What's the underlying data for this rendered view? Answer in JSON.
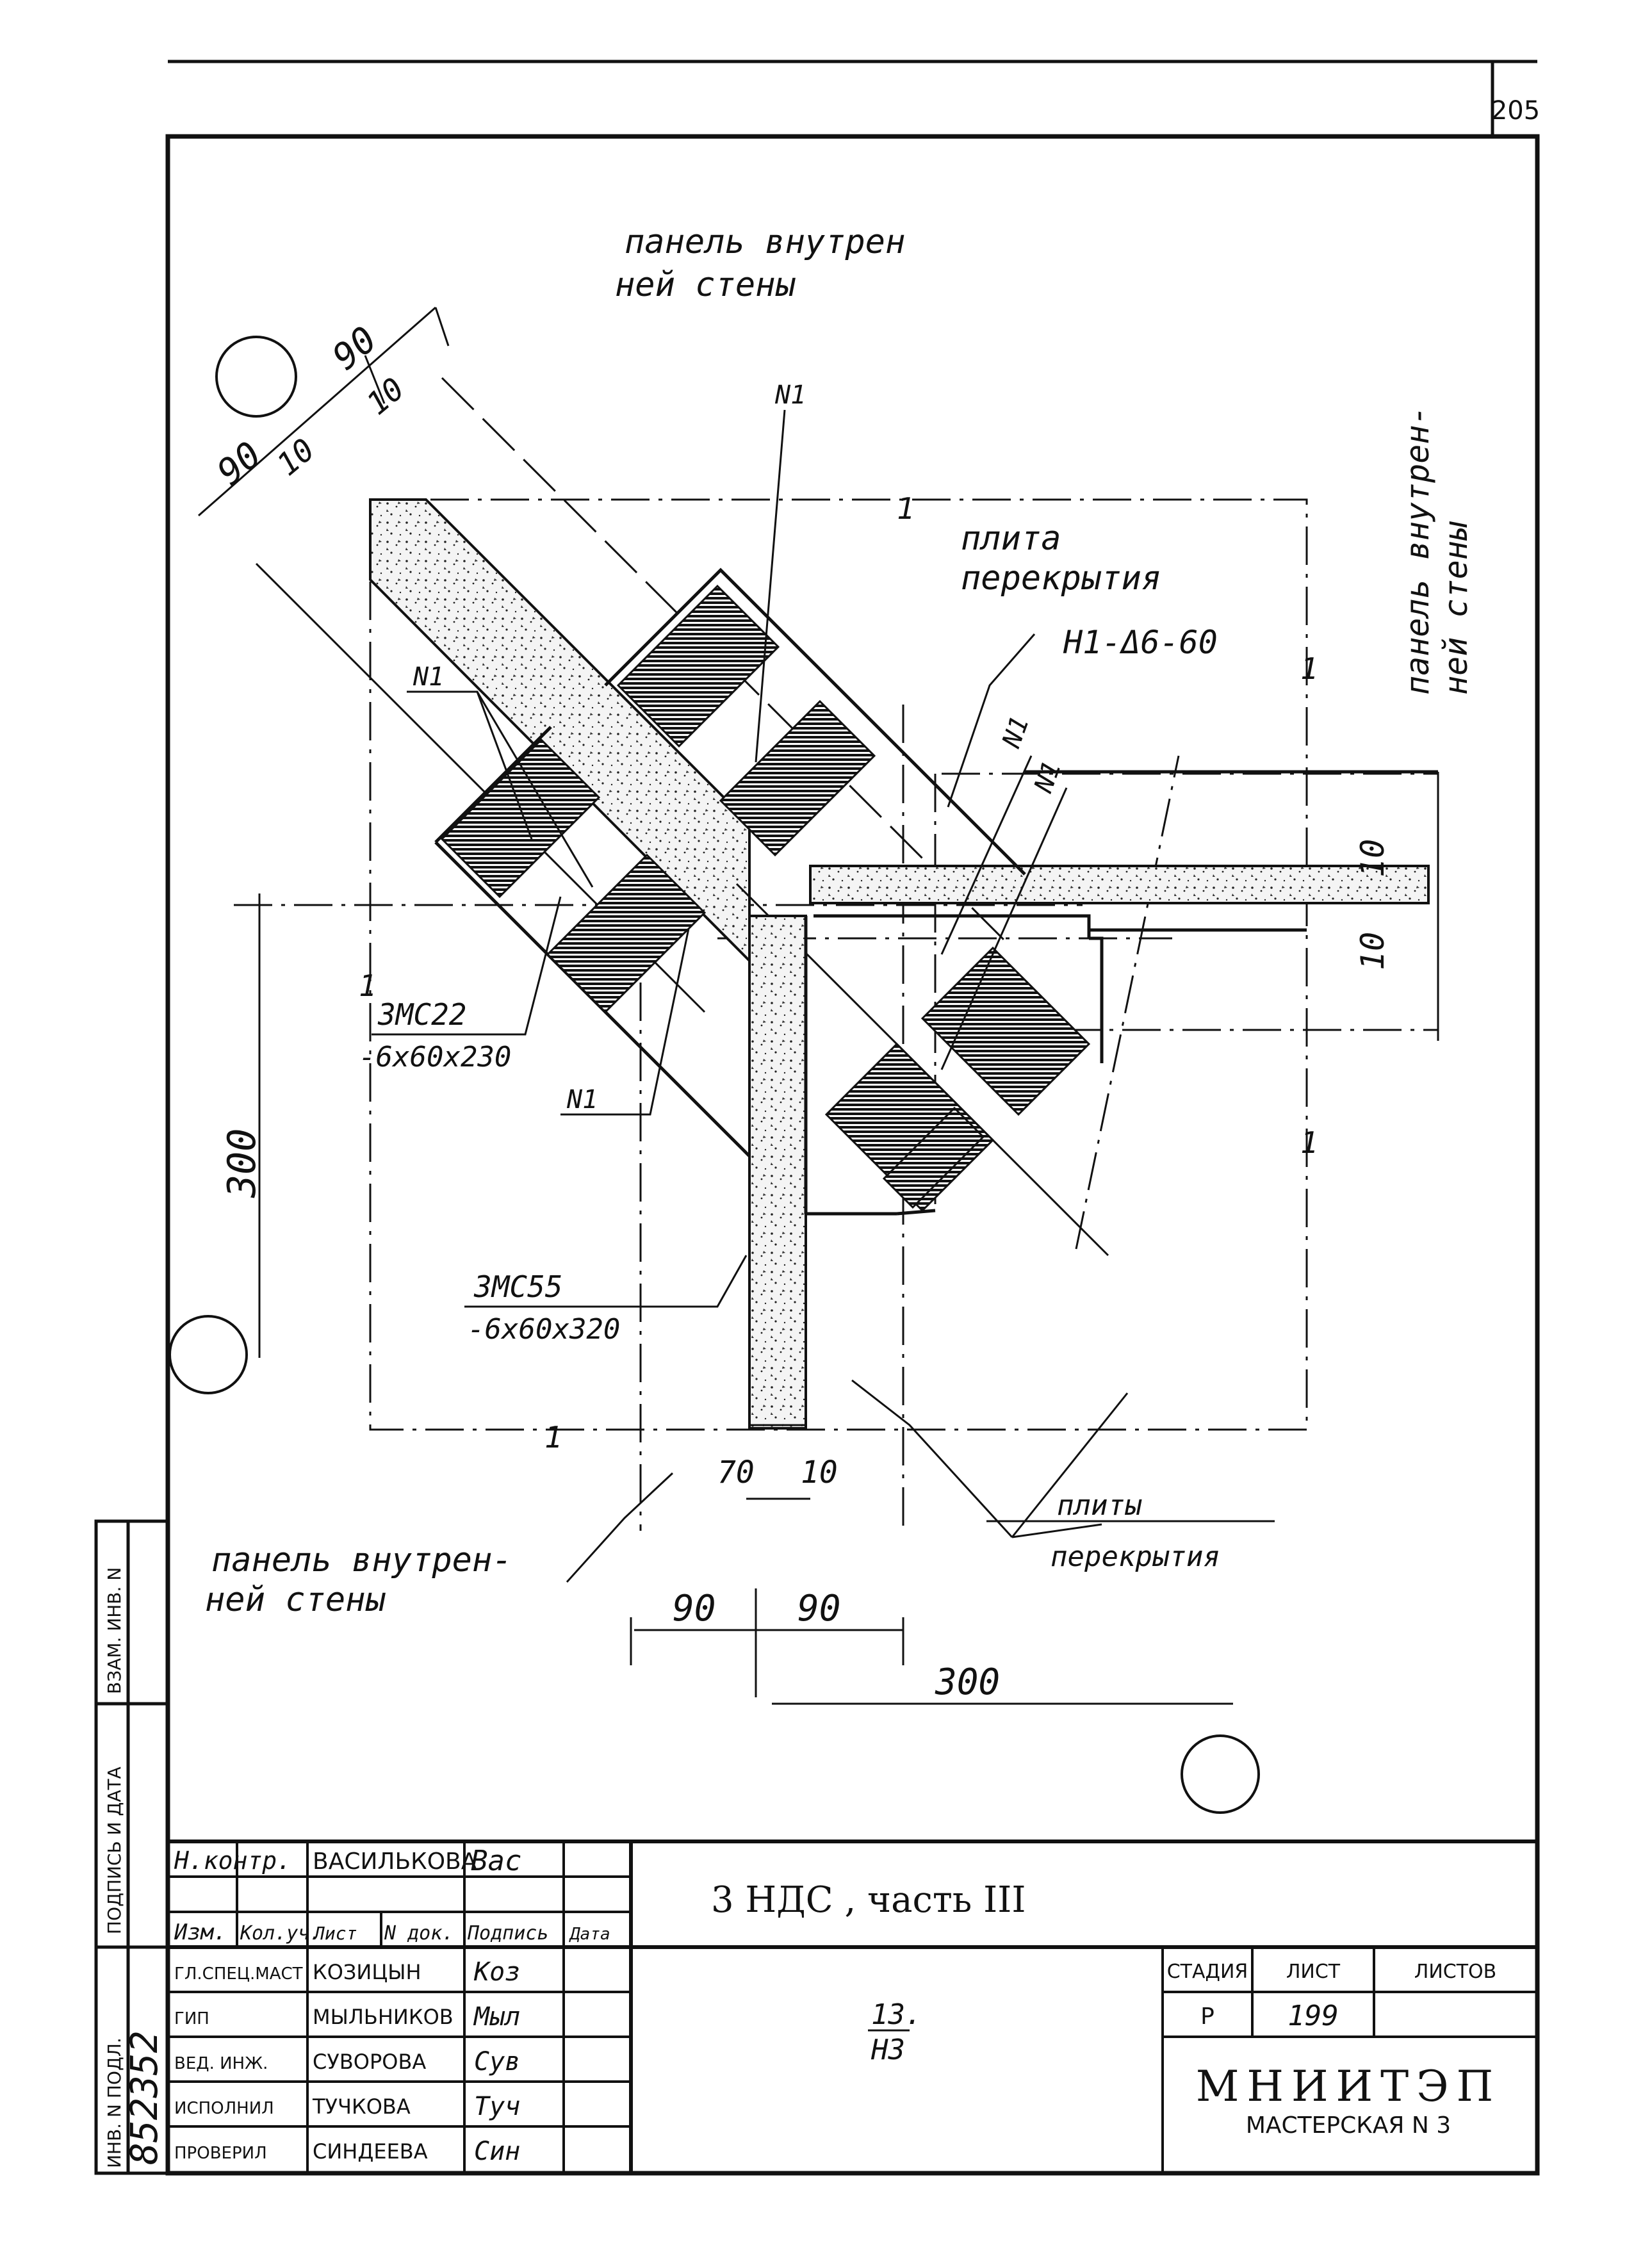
{
  "sheet": {
    "page_number": "205"
  },
  "labels": {
    "wall_top_1": "панель внутрен",
    "wall_top_2": "ней стены",
    "wall_right_1": "панель внутрен-",
    "wall_right_2": "ней стены",
    "slab_1": "плита",
    "slab_2": "перекрытия",
    "wall_bottom_1": "панель внутрен-",
    "wall_bottom_2": "ней стены",
    "slabs_1": "плиты",
    "slabs_2": "перекрытия",
    "n1_a": "N1",
    "n1_b": "N1",
    "n1_c": "N1",
    "n1_d": "N1",
    "n1_e": "N1",
    "weld": "Н1-Δ6-60",
    "plate1_name": "ЗМС22",
    "plate1_size": "-6х60х230",
    "plate2_name": "ЗМС55",
    "plate2_size": "-6х60х320",
    "one_a": "1",
    "one_b": "1",
    "one_c": "1",
    "one_d": "1",
    "one_e": "1"
  },
  "dims": {
    "d90_a": "90",
    "d10_a": "10",
    "d90_b": "90",
    "d10_b": "10",
    "d300_left": "300",
    "d10_r1": "10",
    "d10_r2": "10",
    "d70": "70",
    "d10_bot": "10",
    "d90_c": "90",
    "d90_d": "90",
    "d300_bot": "300"
  },
  "side_stamp": {
    "f1": "ВЗАМ. ИНВ. N",
    "f2": "ПОДПИСЬ И ДАТА",
    "f3": "ИНВ. N ПОДЛ.",
    "inv_value": "852352"
  },
  "title_block": {
    "nkontr_role": "Н.контр.",
    "nkontr_name": "ВАСИЛЬКОВА",
    "nkontr_sig": "Вас",
    "h_izm": "Изм.",
    "h_koluch": "Кол.уч.",
    "h_list": "Лист",
    "h_ndok": "N док.",
    "h_podpis": "Подпись",
    "h_data": "Дата",
    "rows": [
      {
        "role": "ГЛ.СПЕЦ.МАСТ",
        "name": "КОЗИЦЫН",
        "sig": "Коз"
      },
      {
        "role": "ГИП",
        "name": "МЫЛЬНИКОВ",
        "sig": "Мыл"
      },
      {
        "role": "ВЕД. ИНЖ.",
        "name": "СУВОРОВА",
        "sig": "Сув"
      },
      {
        "role": "ИСПОЛНИЛ",
        "name": "ТУЧКОВА",
        "sig": "Туч"
      },
      {
        "role": "ПРОВЕРИЛ",
        "name": "СИНДЕЕВА",
        "sig": "Син"
      }
    ],
    "project": "3 НДС , часть III",
    "node_top": "13.",
    "node_bottom": "Н3",
    "h_stage": "СТАДИЯ",
    "h_sheet": "ЛИСТ",
    "h_sheets": "ЛИСТОВ",
    "stage": "Р",
    "sheet_no": "199",
    "sheets_total": "",
    "org": "МНИИТЭП",
    "org_sub": "МАСТЕРСКАЯ N 3"
  }
}
